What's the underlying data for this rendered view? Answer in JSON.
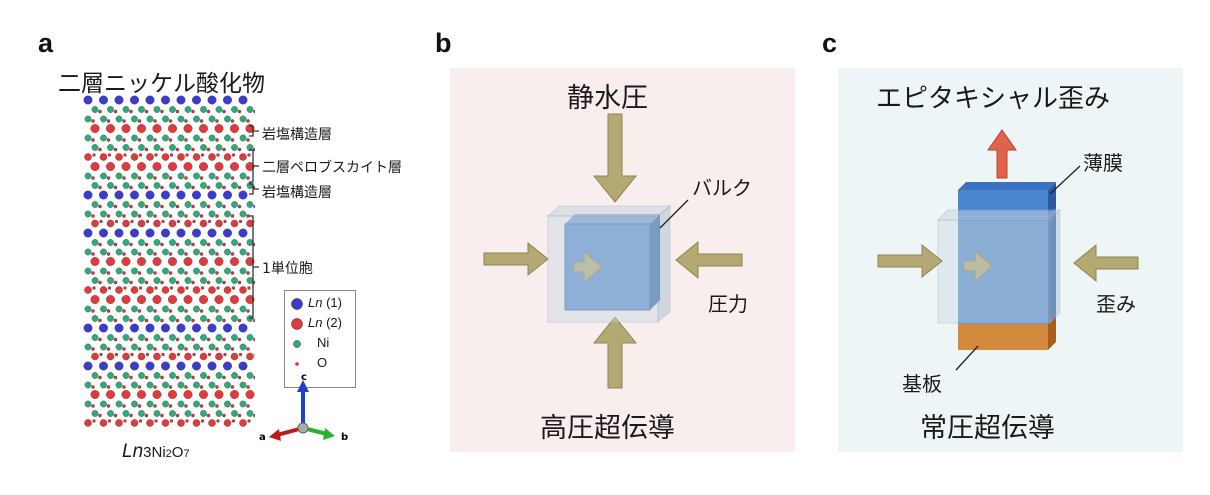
{
  "panel_a": {
    "label": "a",
    "title": "二層ニッケル酸化物",
    "layers": {
      "rock_salt_1": "岩塩構造層",
      "perovskite": "二層ペロブスカイト層",
      "rock_salt_2": "岩塩構造層",
      "unit_cell": "1単位胞"
    },
    "legend": {
      "ln1_italic": "Ln",
      "ln1_rest": " (1)",
      "ln2_italic": "Ln",
      "ln2_rest": " (2)",
      "ni": "Ni",
      "o": "O"
    },
    "axes": {
      "a": "a",
      "b": "b",
      "c": "c"
    },
    "formula": {
      "ln": "Ln",
      "rest1": "3Ni",
      "sub": "2",
      "rest2": "O",
      "sub2": "7"
    },
    "colors": {
      "ln1": "#3b3bd0",
      "ln2": "#e03a3a",
      "ni": "#2faa7a",
      "o": "#d23a3a"
    }
  },
  "panel_b": {
    "label": "b",
    "top": "静水圧",
    "bulk": "バルク",
    "pressure": "圧力",
    "bottom": "高圧超伝導",
    "bg_color": "#f9eeee"
  },
  "panel_c": {
    "label": "c",
    "top": "エピタキシャル歪み",
    "film": "薄膜",
    "strain": "歪み",
    "substrate": "基板",
    "bottom": "常圧超伝導",
    "bg_color": "#eef5f6"
  }
}
